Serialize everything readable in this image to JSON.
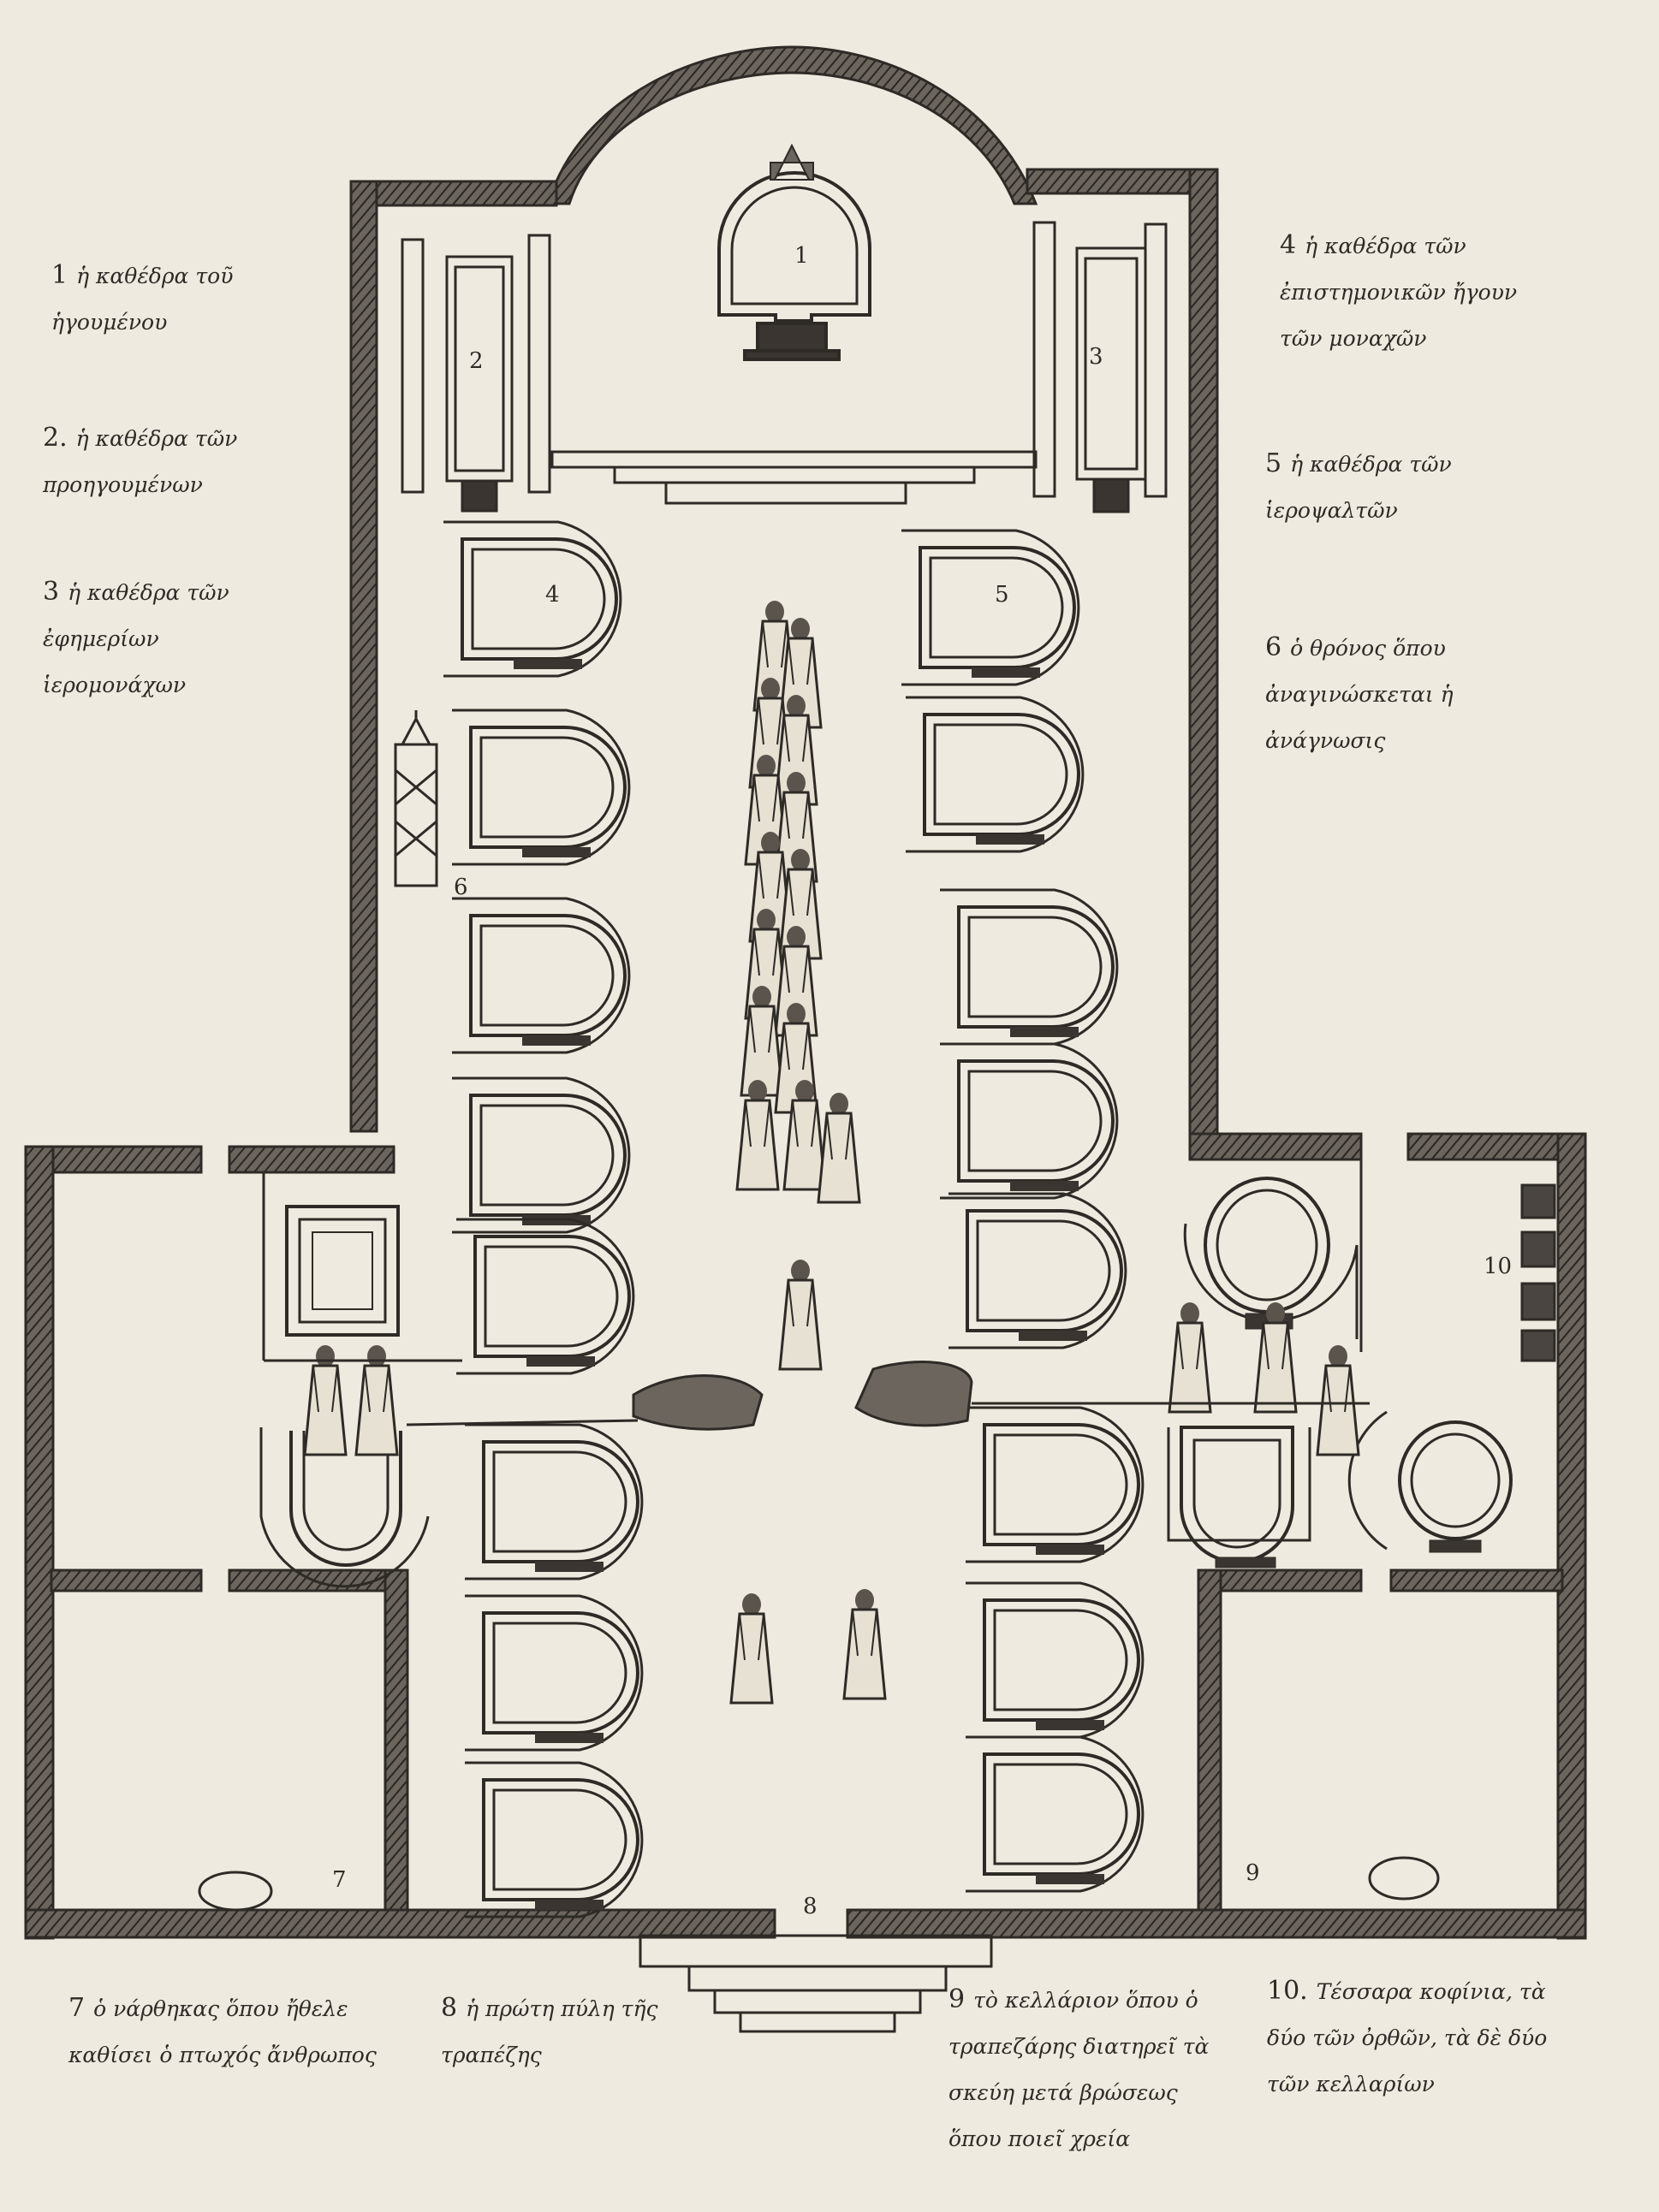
{
  "diagram": {
    "type": "floor-plan",
    "colors": {
      "paper": "#efeadf",
      "ink": "#2e2a26",
      "wall": "#4a4540"
    }
  },
  "plan_labels": {
    "n1": "1",
    "n2": "2",
    "n3": "3",
    "n4": "4",
    "n5": "5",
    "n6": "6",
    "n7": "7",
    "n8": "8",
    "n9": "9",
    "n10": "10"
  },
  "legend": [
    {
      "number": "1",
      "text": "ἡ καθέδρα τοῦ ἡγουμένου"
    },
    {
      "number": "2.",
      "text": "ἡ καθέδρα τῶν προηγουμένων"
    },
    {
      "number": "3",
      "text": "ἡ καθέδρα τῶν ἐφημερίων ἱερομονάχων"
    },
    {
      "number": "4",
      "text": "ἡ καθέδρα τῶν ἐπιστημονικῶν ἤγουν τῶν μοναχῶν"
    },
    {
      "number": "5",
      "text": "ἡ καθέδρα τῶν ἱεροψαλτῶν"
    },
    {
      "number": "6",
      "text": "ὁ θρόνος ὅπου ἀναγινώσκεται ἡ ἀνάγνωσις"
    },
    {
      "number": "7",
      "text": "ὁ νάρθηκας ὅπου ἤθελε καθίσει ὁ πτωχός ἄνθρωπος"
    },
    {
      "number": "8",
      "text": "ἡ πρώτη πύλη τῆς τραπέζης"
    },
    {
      "number": "9",
      "text": "τὸ κελλάριον ὅπου ὁ τραπεζάρης διατηρεῖ τὰ σκεύη μετά βρώσεως ὅπου ποιεῖ χρεία"
    },
    {
      "number": "10.",
      "text": "Τέσσαρα κοφίνια, τὰ δύο τῶν ὀρθῶν, τὰ δὲ δύο τῶν κελλαρίων"
    }
  ]
}
